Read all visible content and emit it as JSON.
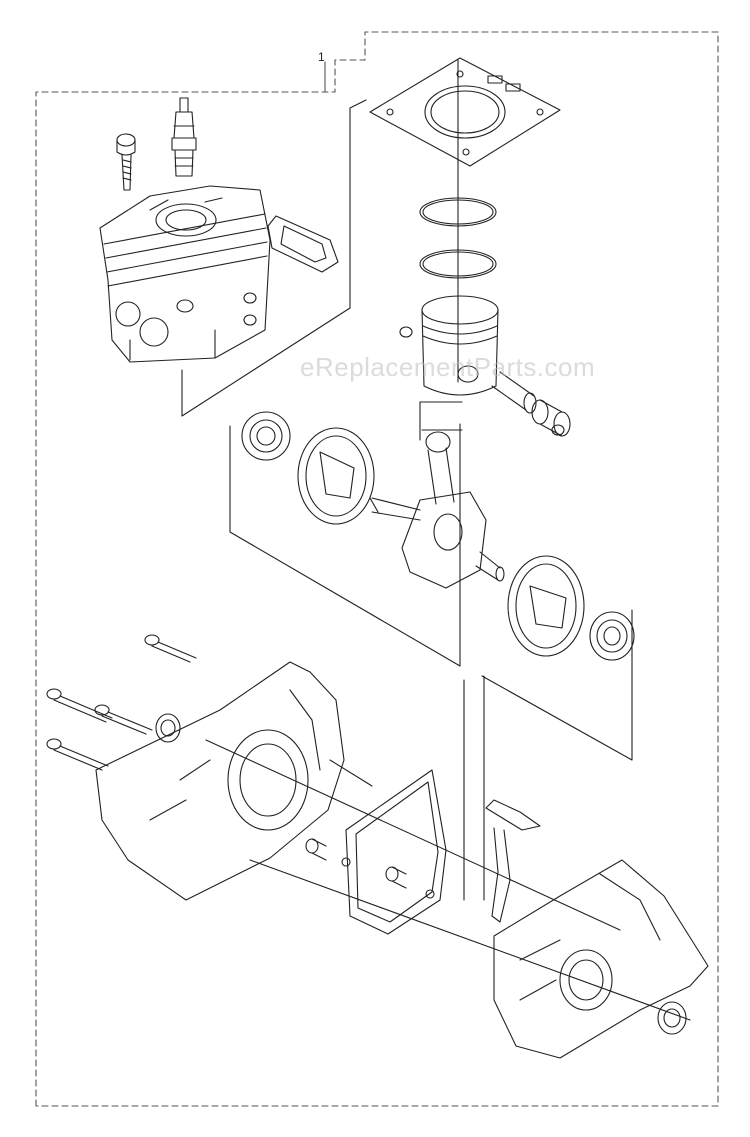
{
  "diagram": {
    "callouts": [
      {
        "id": "callout-1",
        "label": "1"
      }
    ],
    "watermark": "eReplacementParts.com",
    "colors": {
      "line": "#222222",
      "dash": "#555555",
      "watermark": "#bebebe",
      "background": "#ffffff"
    }
  }
}
